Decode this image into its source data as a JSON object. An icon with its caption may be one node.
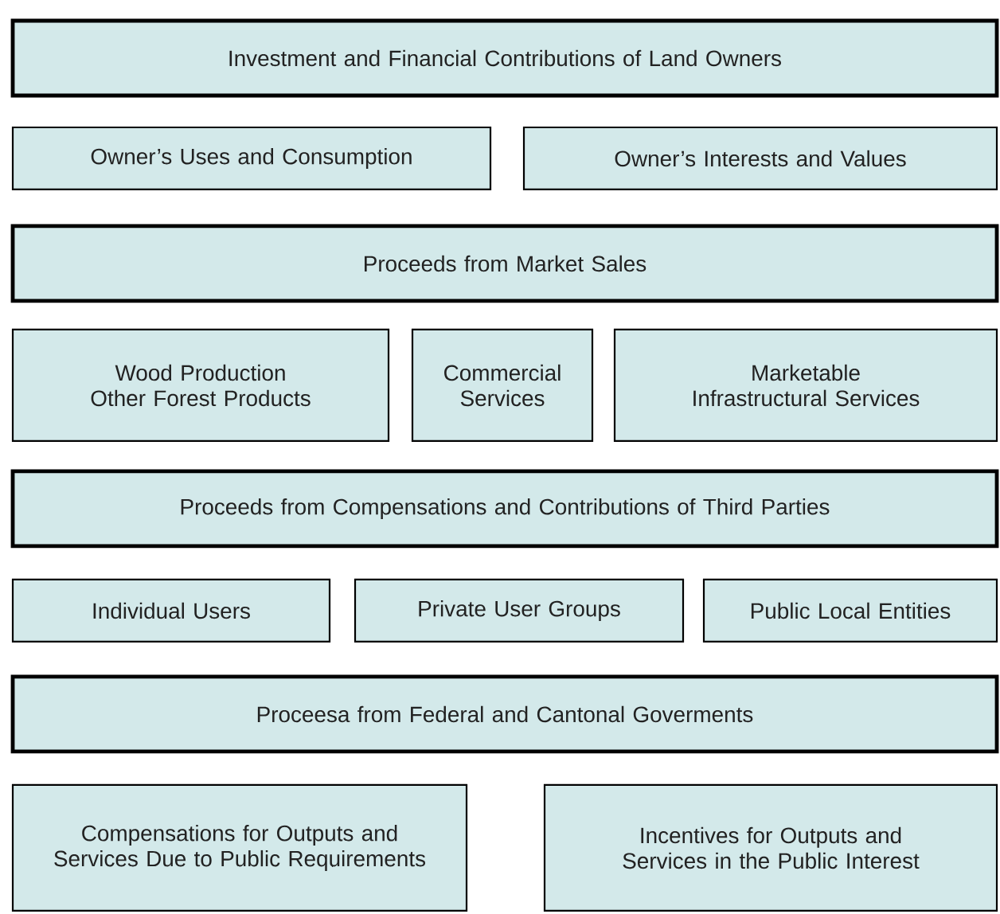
{
  "diagram": {
    "nodes": [
      {
        "text": [
          "Investment and Financial Contributions of Land Owners"
        ]
      },
      {
        "text": [
          "Owner’s Uses and Consumption"
        ]
      },
      {
        "text": [
          "Owner’s Interests and Values"
        ]
      },
      {
        "text": [
          "Proceeds from Market Sales"
        ]
      },
      {
        "text": [
          "Wood Production Other Forest Products"
        ]
      },
      {
        "text": [
          "Commercial Services"
        ]
      },
      {
        "text": [
          "Marketable Infrastructural Services"
        ]
      },
      {
        "text": [
          "Proceeds from Compensations and Contributions of Third Parties"
        ]
      },
      {
        "text": [
          "Individual Users"
        ]
      },
      {
        "text": [
          "Private User Groups"
        ]
      },
      {
        "text": [
          "Public Local Entities"
        ]
      },
      {
        "text": [
          "Proceesa from Federal and Cantonal Goverments"
        ]
      },
      {
        "text": [
          "Compensations for Outputs and Services Due to Public Requirements"
        ]
      },
      {
        "text": [
          "Incentives for Outputs and Services in the Public Interest"
        ]
      }
    ]
  }
}
